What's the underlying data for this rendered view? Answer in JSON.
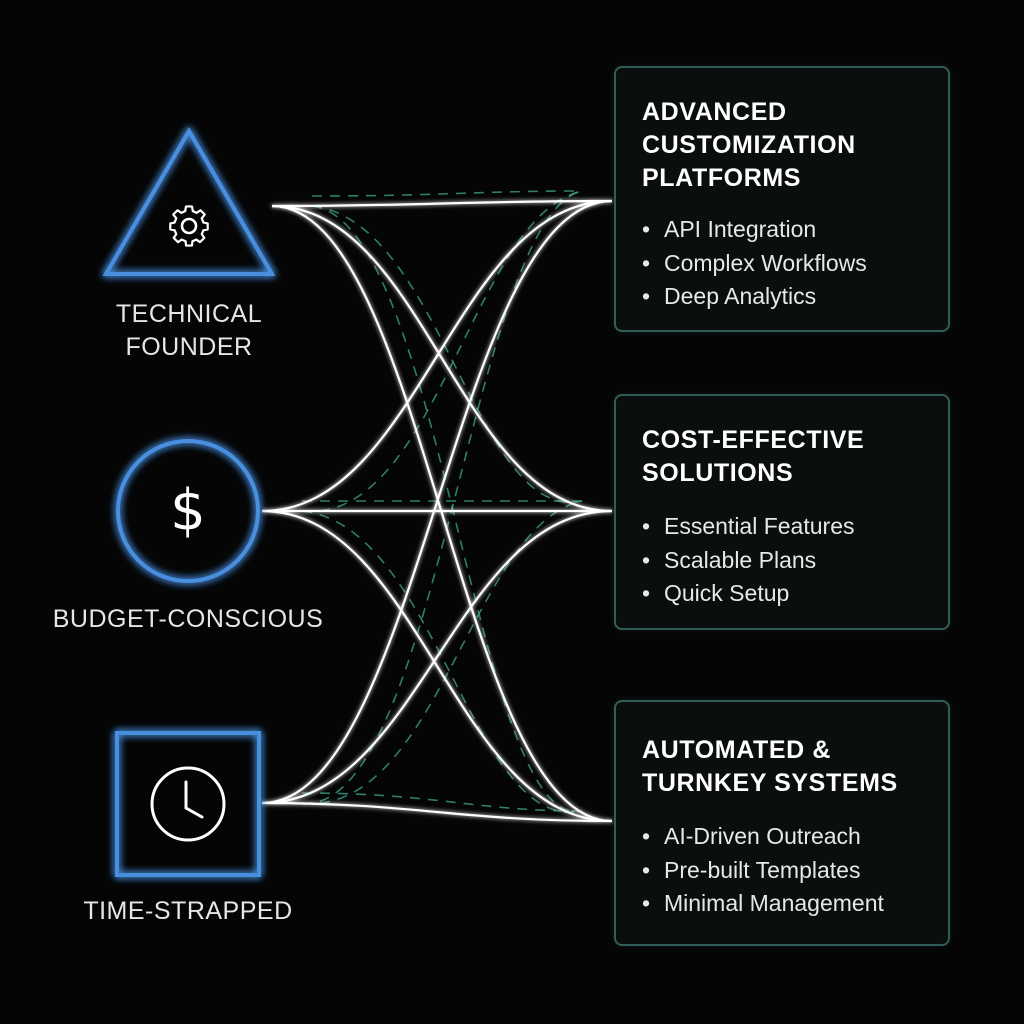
{
  "personas": [
    {
      "label_lines": [
        "TECHNICAL",
        "FOUNDER"
      ],
      "icon": "gear-icon",
      "shape": "triangle"
    },
    {
      "label_lines": [
        "BUDGET-CONSCIOUS"
      ],
      "icon": "dollar-sign-icon",
      "shape": "circle"
    },
    {
      "label_lines": [
        "TIME-STRAPPED"
      ],
      "icon": "clock-icon",
      "shape": "square"
    }
  ],
  "solutions": [
    {
      "title_lines": [
        "ADVANCED",
        "CUSTOMIZATION",
        "PLATFORMS"
      ],
      "features": [
        "API Integration",
        "Complex Workflows",
        "Deep Analytics"
      ]
    },
    {
      "title_lines": [
        "COST-EFFECTIVE",
        "SOLUTIONS"
      ],
      "features": [
        "Essential Features",
        "Scalable Plans",
        "Quick Setup"
      ]
    },
    {
      "title_lines": [
        "AUTOMATED &",
        "TURNKEY SYSTEMS"
      ],
      "features": [
        "AI-Driven Outreach",
        "Pre-built Templates",
        "Minimal Management"
      ]
    }
  ],
  "icons": {
    "dollar_glyph": "$"
  },
  "colors": {
    "background": "#050505",
    "icon_glow": "#4a8fe0",
    "card_border": "#2f5e56",
    "connector": "#ffffff",
    "dashed_connector": "#3fa58e"
  }
}
